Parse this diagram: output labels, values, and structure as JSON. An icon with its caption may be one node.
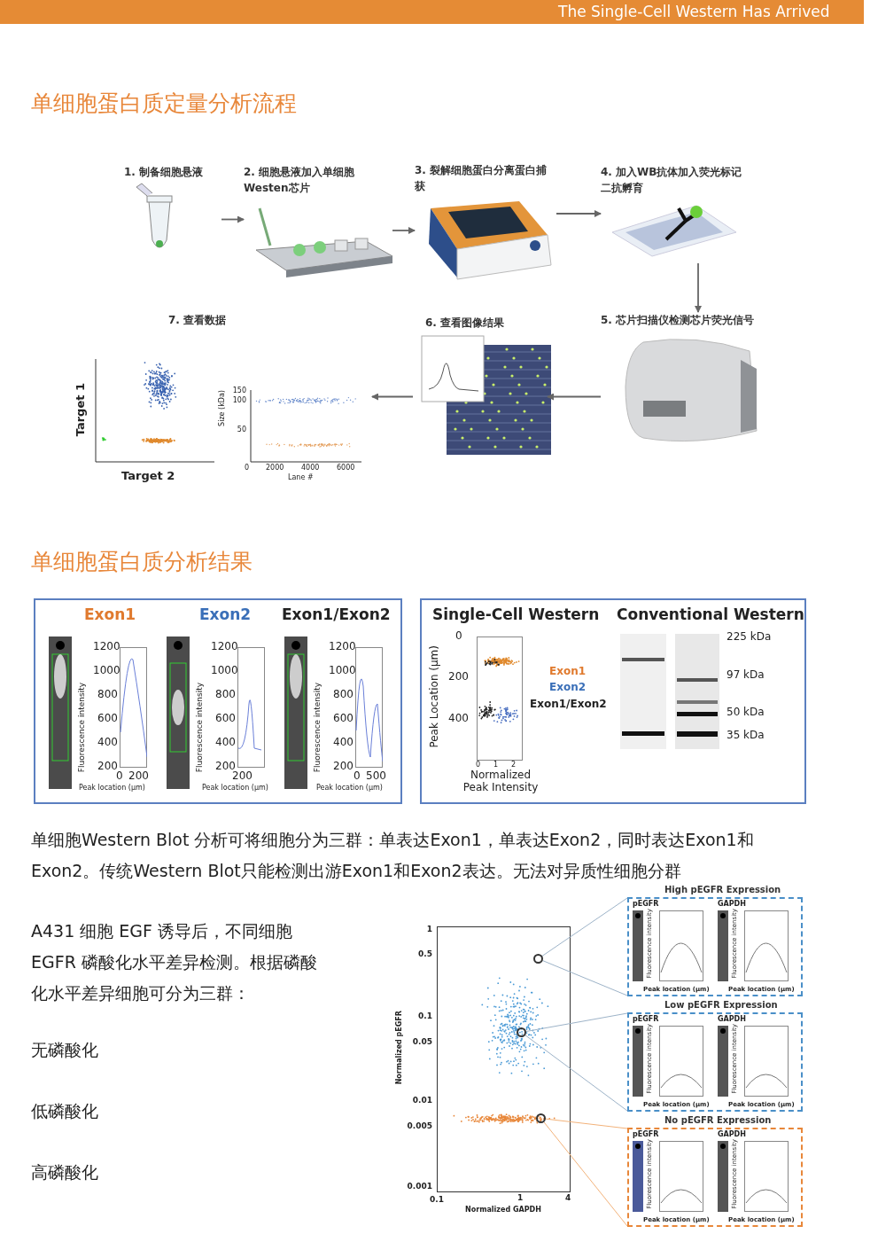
{
  "diagram": {
    "nodes": [
      {
        "text": [
          "1. 制备细胞悬液"
        ]
      },
      {
        "text": [
          "2. 细胞悬液加入单细胞Westen芯片"
        ]
      },
      {
        "text": [
          "3. 裂解细胞蛋白分离蛋白捕获"
        ]
      },
      {
        "text": [
          "4. 加入WB抗体加入荧光标记二抗孵育"
        ]
      },
      {
        "text": [
          "5. 芯片扫描仪检测芯片荧光信号"
        ]
      },
      {
        "text": [
          "6. 查看图像结果"
        ]
      },
      {
        "text": [
          "7. 查看数据"
        ]
      },
      {
        "text": [
          "Exon1",
          "Exon2",
          "Exon1/Exon2"
        ]
      },
      {
        "text": [
          "Single-Cell Western",
          "Conventional Western"
        ]
      },
      {
        "text": [],
        "shape": "circle"
      },
      {
        "text": [],
        "shape": "circle"
      },
      {
        "text": [],
        "shape": "circle"
      },
      {
        "text": [
          "High pEGFR Expression"
        ]
      },
      {
        "text": [
          "Low pEGFR Expression"
        ]
      },
      {
        "text": [
          "No pEGFR Expression"
        ]
      }
    ],
    "edges": [
      {
        "from": 0,
        "to": 1,
        "arrow": "to"
      },
      {
        "from": 1,
        "to": 2,
        "arrow": "to"
      },
      {
        "from": 2,
        "to": 3,
        "arrow": "to"
      },
      {
        "from": 3,
        "to": 4,
        "arrow": "to"
      },
      {
        "from": 4,
        "to": 5,
        "arrow": "to"
      },
      {
        "from": 5,
        "to": 6,
        "arrow": "to"
      },
      {
        "from": 9,
        "to": 12,
        "arrow": "none",
        "color": "#9db3c8"
      },
      {
        "from": 9,
        "to": 12,
        "arrow": "none",
        "color": "#9db3c8"
      },
      {
        "from": 10,
        "to": 13,
        "arrow": "none",
        "color": "#9db3c8"
      },
      {
        "from": 10,
        "to": 13,
        "arrow": "none",
        "color": "#9db3c8"
      },
      {
        "from": 11,
        "to": 14,
        "arrow": "none",
        "color": "#f2b27a"
      },
      {
        "from": 11,
        "to": 14,
        "arrow": "none",
        "color": "#f2b27a"
      }
    ],
    "labels": [
      "The Single-Cell Western Has Arrived",
      "单细胞蛋白质定量分析流程",
      "Target 1",
      "Target 2",
      "Size (kDa)",
      "150",
      "100",
      "50",
      "0",
      "2000",
      "4000",
      "6000",
      "Lane #",
      "单细胞蛋白质分析结果",
      "1200",
      "1000",
      "800",
      "600",
      "400",
      "200",
      "Fluorescence intensity",
      "0",
      "200",
      "Peak location (μm)",
      "1200",
      "1000",
      "800",
      "600",
      "400",
      "200",
      "Fluorescence intensity",
      "200",
      "Peak location (μm)",
      "1200",
      "1000",
      "800",
      "600",
      "400",
      "200",
      "Fluorescence intensity",
      "0",
      "500",
      "Peak location (μm)",
      "Peak Location (μm)",
      "0",
      "200",
      "400",
      "0",
      "1",
      "2",
      "Normalized Peak Intensity",
      "Exon1",
      "Exon2",
      "Exon1/Exon2",
      "225 kDa",
      "97 kDa",
      "50 kDa",
      "35 kDa",
      "单细胞Western Blot 分析可将细胞分为三群：单表达Exon1，单表达Exon2，同时表达Exon1和Exon2。传统Western Blot只能检测出游Exon1和Exon2表达。无法对异质性细胞分群",
      "A431 细胞 EGF 诱导后，不同细胞EGFR 磷酸化水平差异检测。根据磷酸化水平差异细胞可分为三群：",
      "无磷酸化",
      "低磷酸化",
      "高磷酸化",
      "1",
      "0.5",
      "0.1",
      "0.05",
      "0.01",
      "0.005",
      "0.001",
      "Normalized pEGFR",
      "0.1",
      "1",
      "4",
      "Normalized GAPDH",
      "pEGFR",
      "Fluorescence intensity",
      "Peak location (μm)",
      "GAPDH",
      "Fluorescence intensity",
      "Peak location (μm)",
      "pEGFR",
      "Fluorescence intensity",
      "Peak location (μm)",
      "GAPDH",
      "Fluorescence intensity",
      "Peak location (μm)",
      "pEGFR",
      "Fluorescence intensity",
      "Peak location (μm)",
      "GAPDH",
      "Fluorescence intensity",
      "Peak location (μm)"
    ]
  }
}
